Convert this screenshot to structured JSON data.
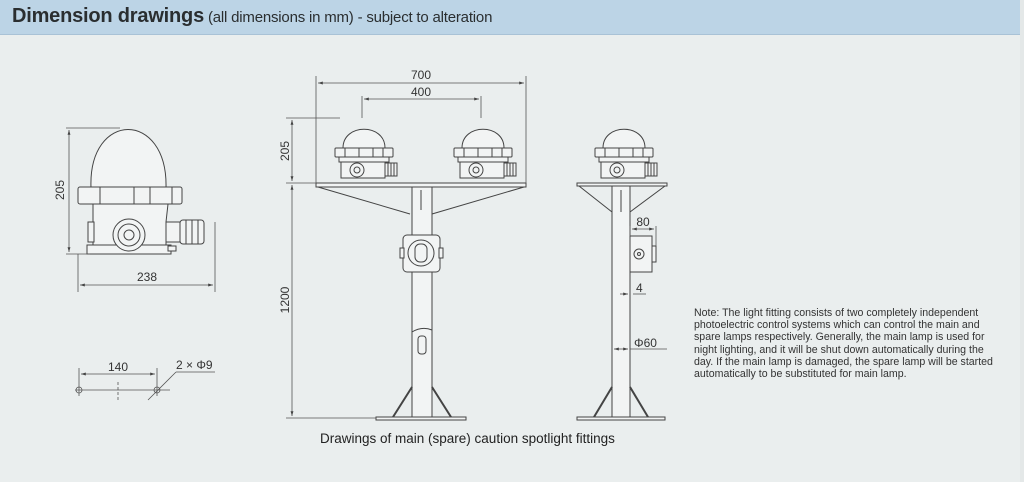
{
  "header": {
    "title": "Dimension drawings",
    "subtitle": " (all dimensions in mm) - subject to alteration",
    "background": "#bcd4e6"
  },
  "single_fitting": {
    "height_label": "205",
    "width_label": "238"
  },
  "mounting_holes": {
    "spacing_label": "140",
    "hole_label": "2 × Φ9"
  },
  "double_fitting_front": {
    "overall_width_label": "700",
    "lamp_spacing_label": "400",
    "lamp_height_label": "205",
    "pole_height_label": "1200"
  },
  "double_fitting_side": {
    "box_width_label": "80",
    "offset_label": "4",
    "pole_diameter_label": "Φ60"
  },
  "caption": "Drawings of main (spare) caution spotlight fittings",
  "note": "Note: The light fitting consists of two completely independent photoelectric control systems which can control the main and spare lamps respectively. Generally, the main lamp is used for night lighting, and it will be shut down automatically during the day. If the main lamp is damaged, the spare lamp will be started automatically to be substituted for main lamp."
}
